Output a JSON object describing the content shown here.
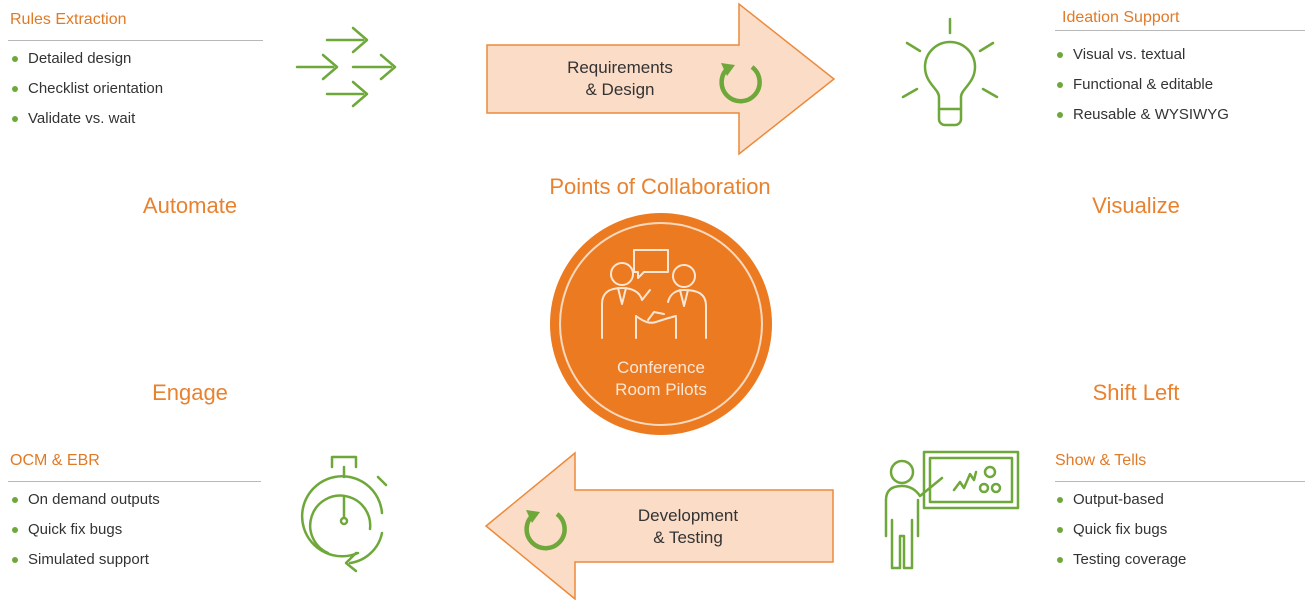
{
  "center": {
    "title": "Points of Collaboration",
    "circle_label": "Conference\nRoom Pilots"
  },
  "arrows": {
    "top": "Requirements\n& Design",
    "bottom": "Development\n& Testing"
  },
  "quadrants": {
    "top_left": {
      "label": "Automate",
      "box_title": "Rules Extraction",
      "items": [
        "Detailed design",
        "Checklist orientation",
        "Validate vs. wait"
      ]
    },
    "top_right": {
      "label": "Visualize",
      "box_title": "Ideation Support",
      "items": [
        "Visual vs. textual",
        "Functional & editable",
        "Reusable & WYSIWYG"
      ]
    },
    "bottom_left": {
      "label": "Engage",
      "box_title": "OCM & EBR",
      "items": [
        "On demand outputs",
        "Quick fix bugs",
        "Simulated support"
      ]
    },
    "bottom_right": {
      "label": "Shift Left",
      "box_title": "Show & Tells",
      "items": [
        "Output-based",
        "Quick fix bugs",
        "Testing coverage"
      ]
    }
  },
  "colors": {
    "orange": "#e9822f",
    "green": "#6fa83a",
    "arrow_fill": "#fbdcc6"
  },
  "icons": [
    "forward-arrows-icon",
    "lightbulb-icon",
    "stopwatch-icon",
    "presenter-icon",
    "handshake-icon",
    "refresh-icon"
  ]
}
